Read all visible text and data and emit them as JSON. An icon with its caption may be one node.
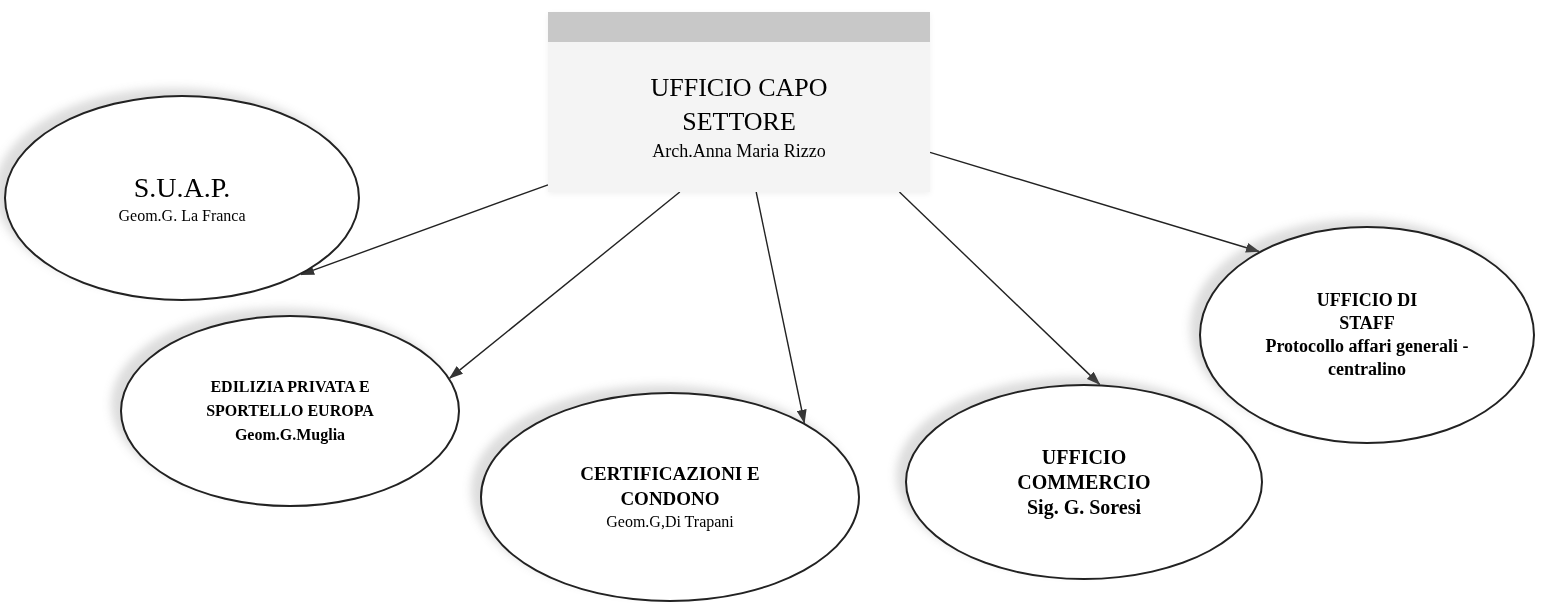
{
  "diagram": {
    "nodes": [
      {
        "text": [
          "UFFICIO CAPO SETTORE",
          "Arch.Anna Maria Rizzo"
        ]
      },
      {
        "text": [
          "S.U.A.P.",
          "Geom.G. La Franca"
        ]
      },
      {
        "text": [
          "EDILIZIA PRIVATA E SPORTELLO EUROPA",
          "Geom.G.Muglia"
        ]
      },
      {
        "text": [
          "CERTIFICAZIONI E CONDONO",
          "Geom.G,Di Trapani"
        ]
      },
      {
        "text": [
          "UFFICIO COMMERCIO",
          "Sig. G.  Soresi"
        ]
      },
      {
        "text": [
          "UFFICIO DI STAFF",
          "Protocollo affari generali - centralino"
        ]
      }
    ],
    "edges": [
      {
        "from": 0,
        "to": 1,
        "arrow": "to"
      },
      {
        "from": 0,
        "to": 2,
        "arrow": "to"
      },
      {
        "from": 0,
        "to": 3,
        "arrow": "to"
      },
      {
        "from": 0,
        "to": 4,
        "arrow": "to"
      },
      {
        "from": 0,
        "to": 5,
        "arrow": "to"
      }
    ]
  }
}
